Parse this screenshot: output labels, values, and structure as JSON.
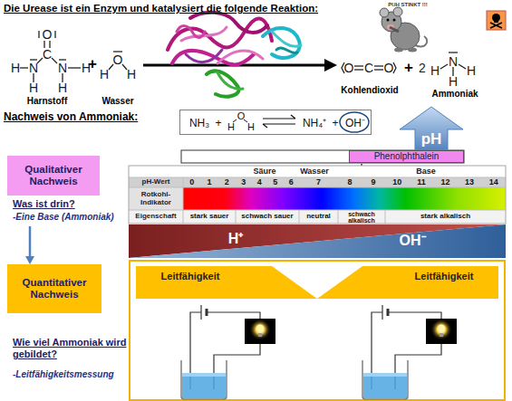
{
  "diagram": {
    "title": "Die Urease ist ein Enzym und katalysiert die folgende Reaktion:",
    "nodes": [
      {
        "text": [
          "NH₃",
          "+",
          "O",
          "H",
          "H",
          "NH₄⁺",
          "+",
          "OH⁻"
        ]
      },
      {
        "text": [
          "pH"
        ]
      },
      {
        "text": [
          "Phenolphthalein"
        ]
      },
      {
        "text": [
          "Qualitativer Nachweis",
          "Was ist drin?",
          "-Eine Base (Ammoniak)"
        ]
      },
      {
        "text": [
          "Quantitativer Nachweis",
          "Wie viel Ammoniak wird gebildet?",
          "-Leitfähigkeitsmessung"
        ]
      }
    ],
    "edges": [
      {
        "from": 3,
        "to": 4,
        "arrow": "to"
      }
    ],
    "labels": [
      "PUH STINKT !!!",
      "O",
      "C",
      "N",
      "N",
      "H",
      "H",
      "H",
      "H",
      "Harnstoff",
      "+",
      "O",
      "H",
      "H",
      "Wasser",
      "O",
      "C",
      "O",
      "Kohlendioxid",
      "+",
      "2",
      "N",
      "H",
      "H",
      "H",
      "Ammoniak",
      "Nachweis von Ammoniak:",
      "Säure",
      "Wasser",
      "Base",
      "pH-Wert",
      "0",
      "1",
      "2",
      "3",
      "4",
      "5",
      "6",
      "7",
      "8",
      "9",
      "10",
      "11",
      "12",
      "13",
      "14",
      "Rotkohl-Indikator",
      "Eigenschaft",
      "stark sauer",
      "schwach sauer",
      "neutral",
      "schwach alkalisch",
      "stark alkalisch",
      "H⁺",
      "OH⁻",
      "Leitfähigkeit",
      "Leitfähigkeit"
    ]
  }
}
